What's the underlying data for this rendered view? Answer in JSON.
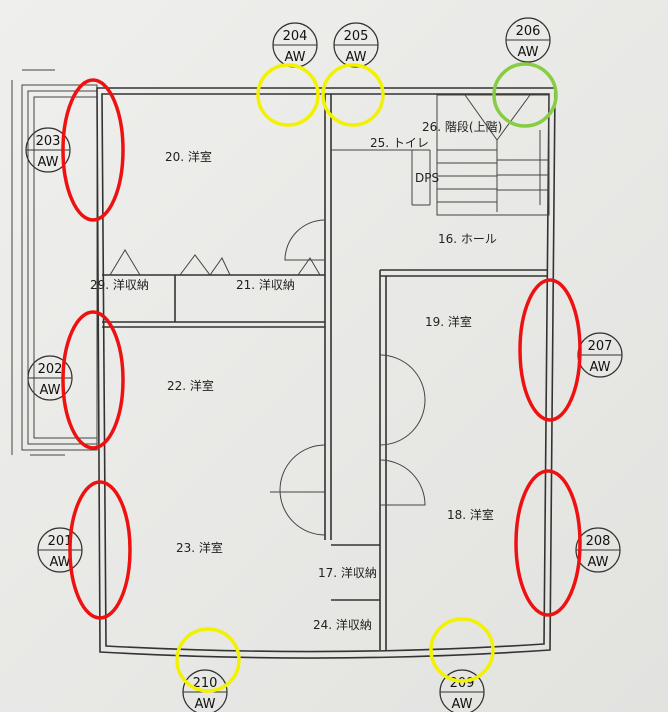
{
  "rooms": {
    "r20": "20. 洋室",
    "r25": "25. トイレ",
    "r26": "26. 階段(上階)",
    "dps": "DPS",
    "r16": "16. ホール",
    "r29": "29. 洋収納",
    "r21": "21. 洋収納",
    "r19": "19. 洋室",
    "r22": "22. 洋室",
    "r18": "18. 洋室",
    "r23": "23. 洋室",
    "r17": "17. 洋収納",
    "r24": "24. 洋収納"
  },
  "window_tags": [
    {
      "num": "201",
      "type": "AW"
    },
    {
      "num": "202",
      "type": "AW"
    },
    {
      "num": "203",
      "type": "AW"
    },
    {
      "num": "204",
      "type": "AW"
    },
    {
      "num": "205",
      "type": "AW"
    },
    {
      "num": "206",
      "type": "AW"
    },
    {
      "num": "207",
      "type": "AW"
    },
    {
      "num": "208",
      "type": "AW"
    },
    {
      "num": "209",
      "type": "AW"
    },
    {
      "num": "210",
      "type": "AW"
    }
  ],
  "highlight_colors": {
    "red": "#ee1111",
    "yellow": "#f2f200",
    "green": "#88cc44"
  },
  "highlights": {
    "red": [
      "201",
      "202",
      "203",
      "207",
      "208"
    ],
    "yellow": [
      "204",
      "205",
      "209",
      "210"
    ],
    "green": [
      "206"
    ]
  }
}
